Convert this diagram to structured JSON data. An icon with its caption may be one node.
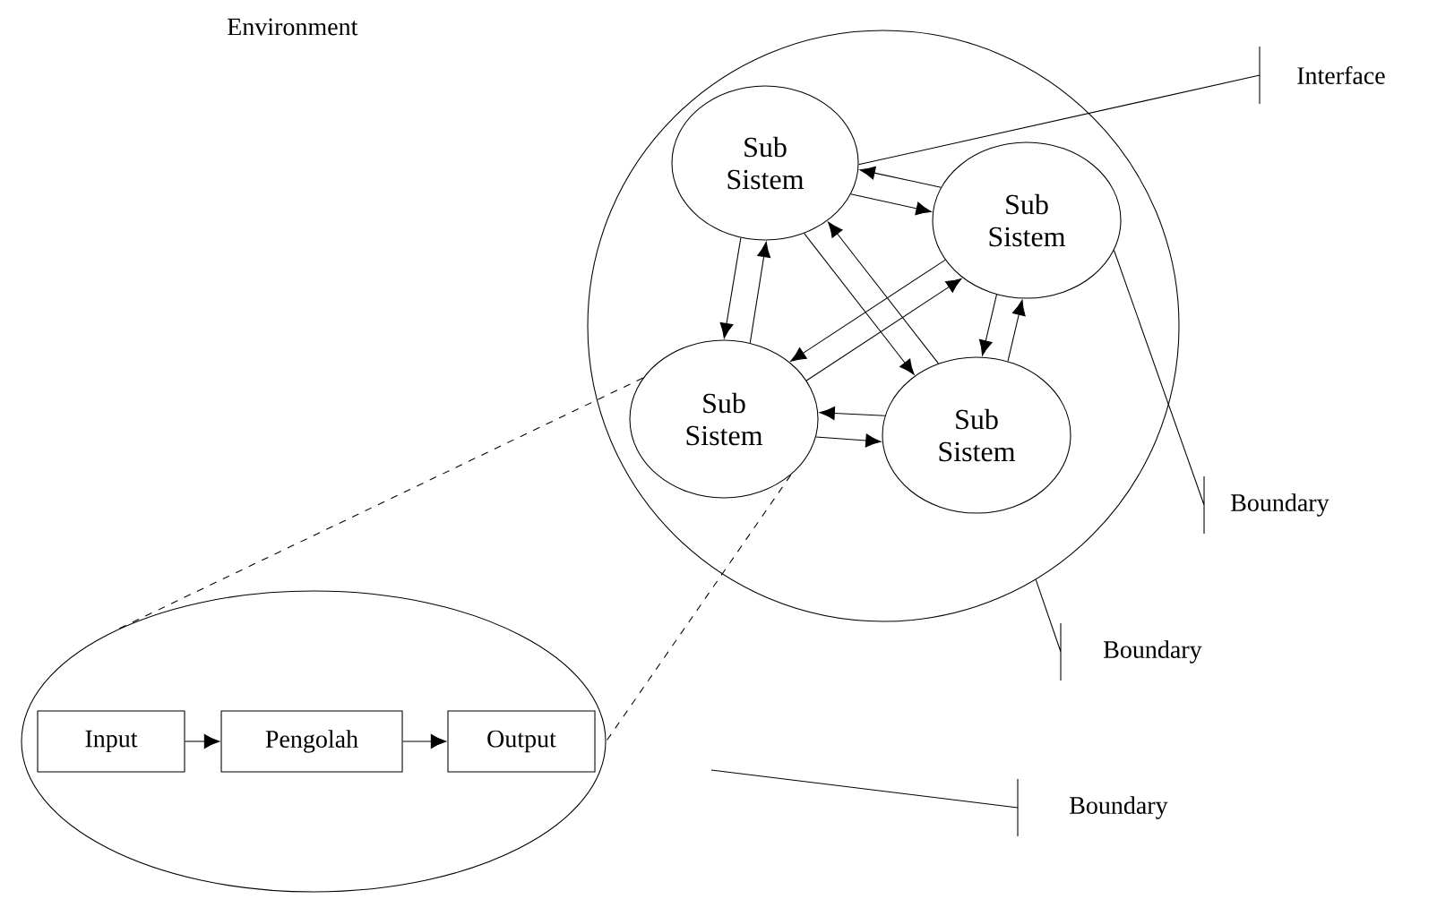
{
  "diagram": {
    "nodes": [
      {
        "text": [],
        "shape": "circle"
      },
      {
        "text": [
          "Sub Sistem"
        ],
        "in": 0
      },
      {
        "text": [
          "Sub Sistem"
        ],
        "in": 0
      },
      {
        "text": [
          "Sub Sistem"
        ],
        "in": 0
      },
      {
        "text": [
          "Sub Sistem"
        ],
        "in": 0
      },
      {
        "text": [],
        "shape": "circle"
      },
      {
        "text": [
          "Input"
        ],
        "in": 5
      },
      {
        "text": [
          "Pengolah"
        ],
        "in": 5
      },
      {
        "text": [
          "Output"
        ],
        "in": 5
      },
      {
        "text": [
          "Interface"
        ]
      },
      {
        "text": [
          "Boundary"
        ]
      },
      {
        "text": [
          "Boundary"
        ]
      },
      {
        "text": [
          "Boundary"
        ]
      }
    ],
    "edges": [
      {
        "from": 1,
        "to": 2,
        "arrow": "to"
      },
      {
        "from": 2,
        "to": 1,
        "arrow": "to"
      },
      {
        "from": 3,
        "to": 1,
        "arrow": "to"
      },
      {
        "from": 1,
        "to": 3,
        "arrow": "to"
      },
      {
        "from": 1,
        "to": 4,
        "arrow": "to"
      },
      {
        "from": 4,
        "to": 1,
        "arrow": "to"
      },
      {
        "from": 3,
        "to": 2,
        "arrow": "to"
      },
      {
        "from": 2,
        "to": 3,
        "arrow": "to"
      },
      {
        "from": 4,
        "to": 2,
        "arrow": "to"
      },
      {
        "from": 2,
        "to": 4,
        "arrow": "to"
      },
      {
        "from": 3,
        "to": 4,
        "arrow": "to"
      },
      {
        "from": 4,
        "to": 3,
        "arrow": "to"
      },
      {
        "from": 6,
        "to": 7,
        "arrow": "to"
      },
      {
        "from": 7,
        "to": 8,
        "arrow": "to"
      },
      {
        "from": 3,
        "to": 5,
        "arrow": "none",
        "style": "dashed"
      },
      {
        "from": 3,
        "to": 5,
        "arrow": "none",
        "style": "dashed"
      },
      {
        "from": 9,
        "to": 1,
        "arrow": "none"
      },
      {
        "from": 10,
        "to": 2,
        "arrow": "none"
      },
      {
        "from": 11,
        "to": 0,
        "arrow": "none"
      },
      {
        "from": 12,
        "to": null,
        "arrow": "none"
      }
    ],
    "labels": [
      "Environment"
    ]
  }
}
